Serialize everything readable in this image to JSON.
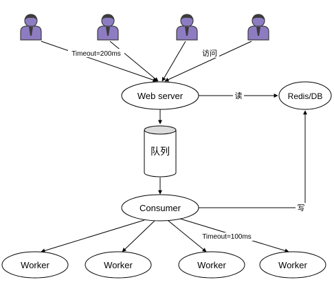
{
  "nodes": {
    "web_server": "Web server",
    "redis_db": "Redis/DB",
    "queue": "队列",
    "consumer": "Consumer",
    "workers": [
      "Worker",
      "Worker",
      "Worker",
      "Worker"
    ]
  },
  "edges": {
    "user_timeout": "Timeout=200ms",
    "user_access": "访问",
    "read": "读",
    "write": "写",
    "worker_timeout": "Timeout=100ms"
  },
  "colors": {
    "user_fill": "#8e7cc3",
    "user_stroke": "#3c3c3c",
    "line": "#000000",
    "queue_top": "#dcdcdc"
  },
  "icons": {
    "users": [
      "user-icon",
      "user-icon",
      "user-icon",
      "user-icon"
    ]
  }
}
